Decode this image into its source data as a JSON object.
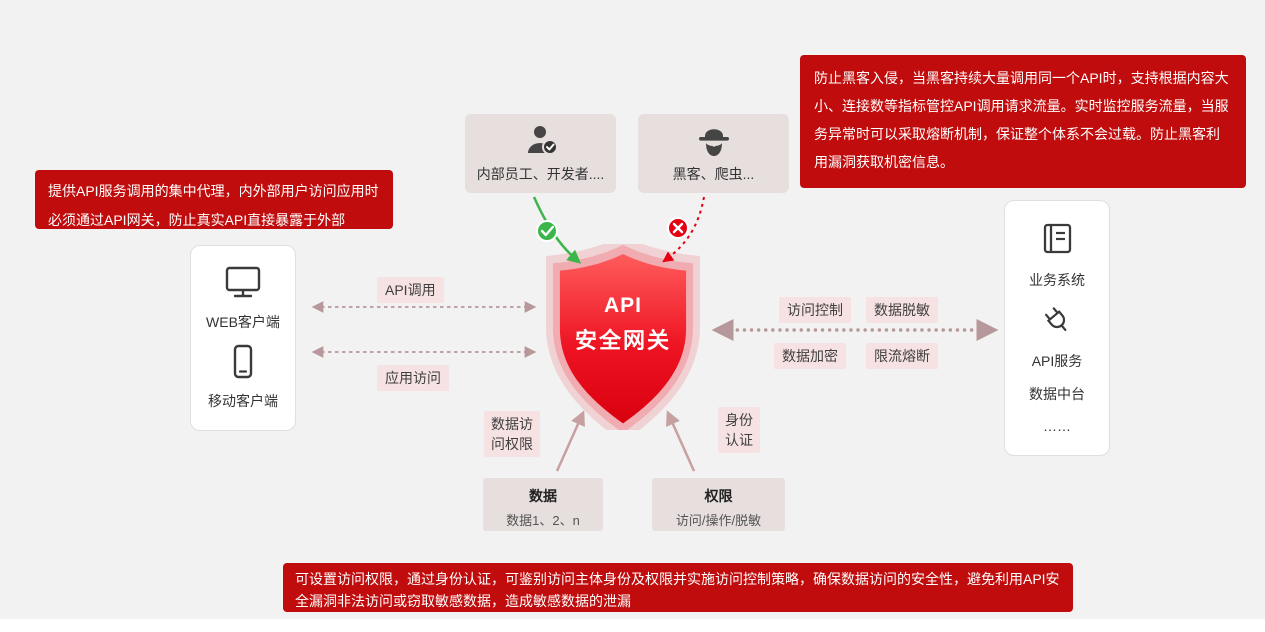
{
  "canvas": {
    "background": "#f2f2f2",
    "accent_red": "#c00c0c",
    "shield_red": "#e8000d",
    "chip_bg": "#f6e2e2",
    "allow_green": "#3cb54a",
    "deny_red": "#e60012"
  },
  "callouts": {
    "top_right": "防止黑客入侵，当黑客持续大量调用同一个API时，支持根据内容大小、连接数等指标管控API调用请求流量。实时监控服务流量，当服务异常时可以采取熔断机制，保证整个体系不会过载。防止黑客利用漏洞获取机密信息。",
    "left": "提供API服务调用的集中代理，内外部用户访问应用时必须通过API网关，防止真实API直接暴露于外部",
    "bottom": "可设置访问权限，通过身份认证，可鉴别访问主体身份及权限并实施访问控制策略，确保数据访问的安全性，避免利用API安全漏洞非法访问或窃取敏感数据，造成敏感数据的泄漏"
  },
  "actors": {
    "internal": {
      "label": "内部员工、开发者....",
      "icon": "user-verified-icon"
    },
    "hacker": {
      "label": "黑客、爬虫...",
      "icon": "hacker-icon"
    }
  },
  "shield": {
    "line1": "API",
    "line2": "安全网关"
  },
  "clients": {
    "web": {
      "label": "WEB客户端",
      "icon": "monitor-icon"
    },
    "mobile": {
      "label": "移动客户端",
      "icon": "mobile-icon"
    }
  },
  "backend": {
    "business": {
      "label": "业务系统",
      "icon": "book-icon"
    },
    "api_service": {
      "label": "API服务",
      "icon": "plug-icon"
    },
    "data_platform": {
      "label": "数据中台"
    },
    "more": {
      "label": "……"
    }
  },
  "edge_labels": {
    "api_call": "API调用",
    "app_access": "应用访问",
    "access_control": "访问控制",
    "data_masking": "数据脱敏",
    "data_encrypt": "数据加密",
    "rate_limit": "限流熔断",
    "data_perm_line1": "数据访",
    "data_perm_line2": "问权限",
    "auth_line1": "身份",
    "auth_line2": "认证"
  },
  "bottom_nodes": {
    "data": {
      "title": "数据",
      "subtitle": "数据1、2、n"
    },
    "permission": {
      "title": "权限",
      "subtitle": "访问/操作/脱敏"
    }
  },
  "icons": {
    "check_badge": "check-badge-icon",
    "cross_badge": "cross-badge-icon"
  }
}
